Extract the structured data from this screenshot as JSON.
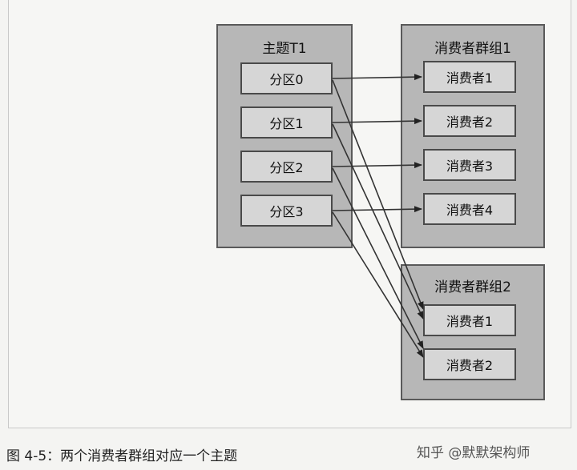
{
  "topic": {
    "title": "主题T1",
    "partitions": [
      "分区0",
      "分区1",
      "分区2",
      "分区3"
    ]
  },
  "group1": {
    "title": "消费者群组1",
    "consumers": [
      "消费者1",
      "消费者2",
      "消费者3",
      "消费者4"
    ]
  },
  "group2": {
    "title": "消费者群组2",
    "consumers": [
      "消费者1",
      "消费者2"
    ]
  },
  "caption": "图 4-5：两个消费者群组对应一个主题",
  "watermark": "知乎 @默默架构师"
}
